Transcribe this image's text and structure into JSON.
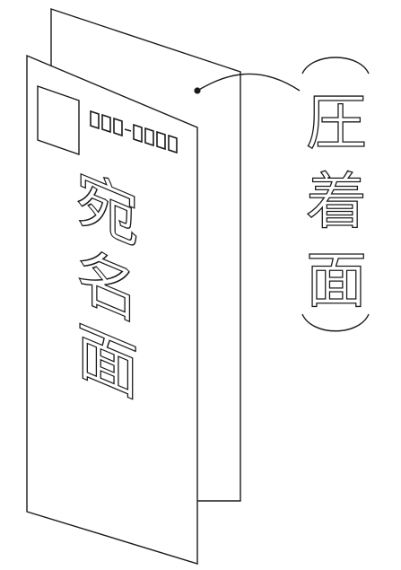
{
  "front_panel": {
    "label_chars": [
      "宛",
      "名",
      "面"
    ]
  },
  "annotation": {
    "label_chars": [
      "圧",
      "着",
      "面"
    ]
  },
  "colors": {
    "line": "#1a1a1a",
    "paper": "#ffffff"
  }
}
